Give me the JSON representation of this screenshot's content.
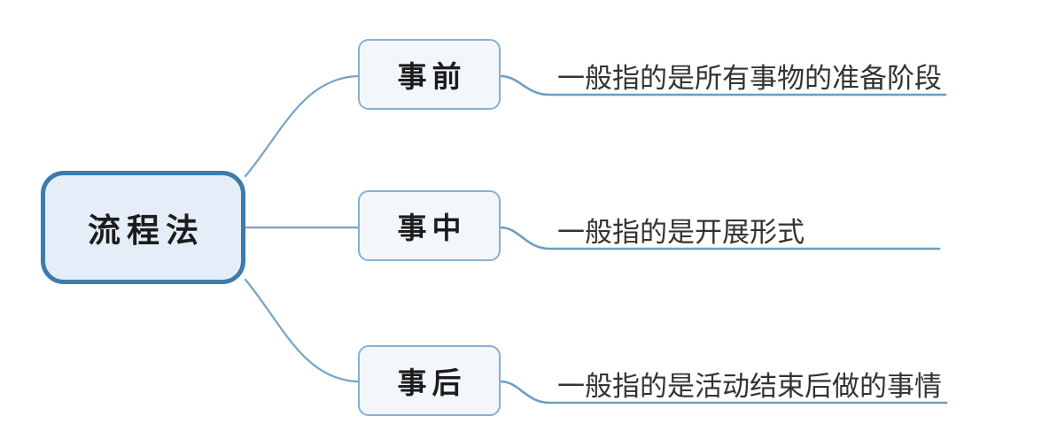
{
  "mindmap": {
    "root": {
      "label": "流程法"
    },
    "branches": [
      {
        "label": "事前",
        "description": "一般指的是所有事物的准备阶段"
      },
      {
        "label": "事中",
        "description": "一般指的是开展形式"
      },
      {
        "label": "事后",
        "description": "一般指的是活动结束后做的事情"
      }
    ],
    "colors": {
      "background": "#ffffff",
      "root_border": "#3e7bad",
      "root_fill": "#e5eef8",
      "branch_border": "#86b0d5",
      "branch_fill": "#f3f7fc",
      "connector_line": "#76a3c6",
      "topic_underline": "#6d9cc2",
      "node_text": "#1c1c1c",
      "description_text": "#333333"
    }
  }
}
